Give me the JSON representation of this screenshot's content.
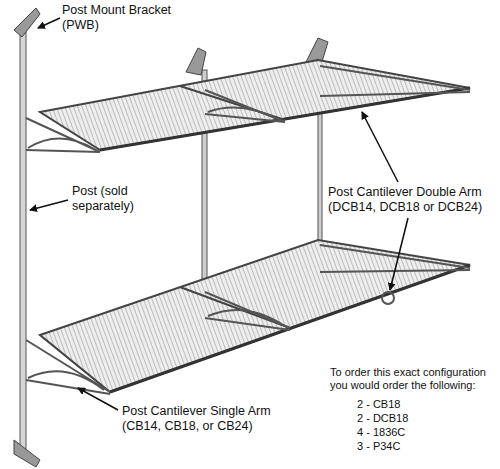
{
  "diagram": {
    "labels": [
      "Post Mount Bracket (PWB)",
      "Post (sold separately)",
      "Post Cantilever Double Arm (DCB14, DCB18 or DCB24)",
      "Post Cantilever Single Arm (CB14, CB18, or CB24)",
      "To order this exact configuration you would order the following:",
      "2 - CB18",
      "2 - DCB18",
      "4 - 1836C",
      "3 - P34C"
    ]
  }
}
